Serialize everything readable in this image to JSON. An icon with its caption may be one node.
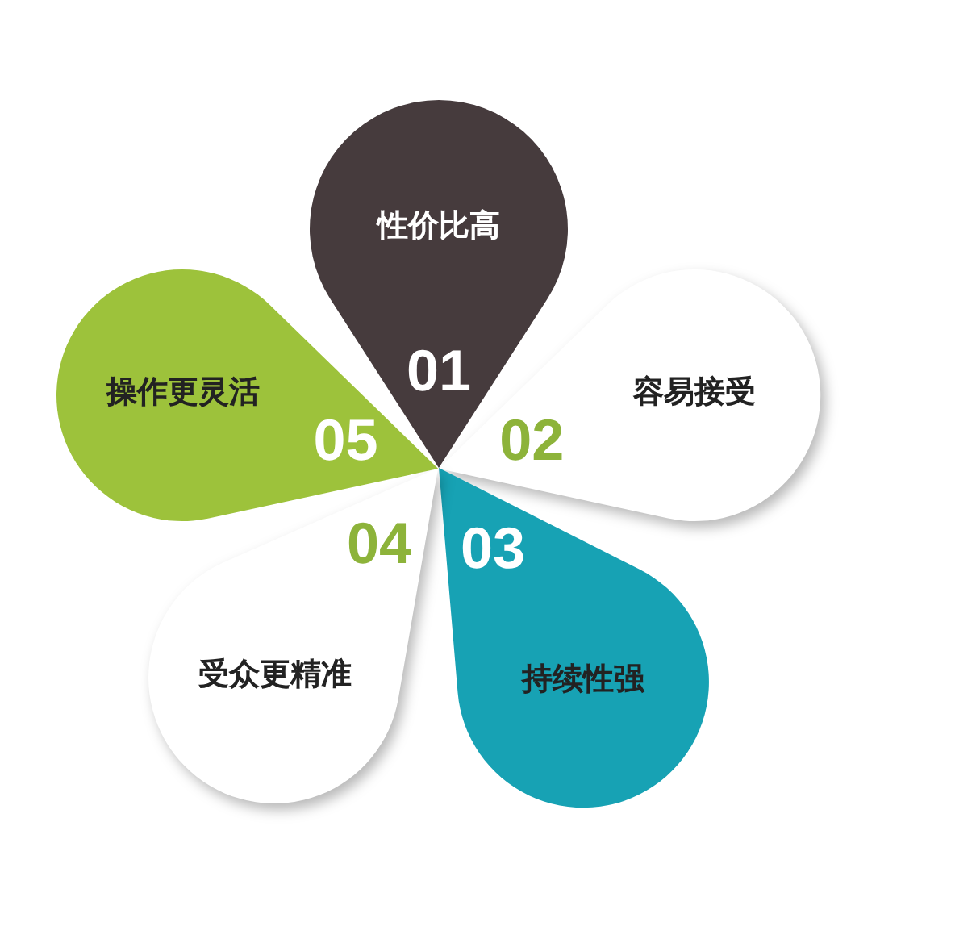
{
  "diagram": {
    "nodes": [
      {
        "text": [
          "性价比高",
          "01"
        ]
      },
      {
        "text": [
          "容易接受",
          "02"
        ]
      },
      {
        "text": [
          "03",
          "持续性强"
        ]
      },
      {
        "text": [
          "04",
          "受众更精准"
        ]
      },
      {
        "text": [
          "操作更灵活",
          "05"
        ]
      }
    ]
  }
}
